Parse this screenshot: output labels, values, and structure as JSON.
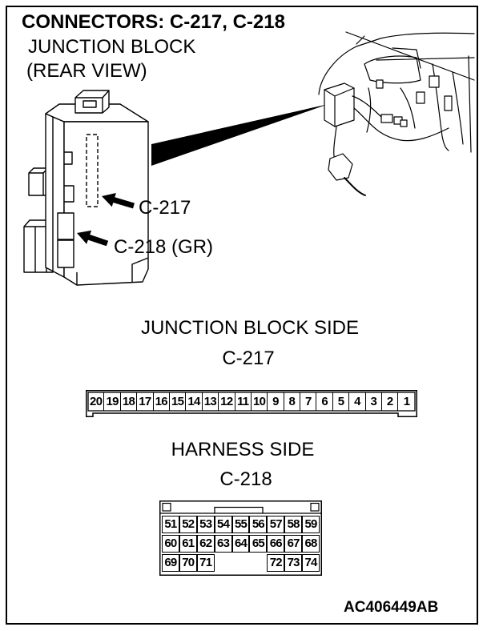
{
  "header": {
    "title": "CONNECTORS: C-217, C-218",
    "subtitle_line1": "JUNCTION BLOCK",
    "subtitle_line2": "(REAR VIEW)"
  },
  "illustration": {
    "c217_callout": "C-217",
    "c218_callout": "C-218 (GR)"
  },
  "junction_block_side": {
    "heading": "JUNCTION BLOCK SIDE",
    "connector": "C-217",
    "pins": [
      "20",
      "19",
      "18",
      "17",
      "16",
      "15",
      "14",
      "13",
      "12",
      "11",
      "10",
      "9",
      "8",
      "7",
      "6",
      "5",
      "4",
      "3",
      "2",
      "1"
    ]
  },
  "harness_side": {
    "heading": "HARNESS SIDE",
    "connector": "C-218",
    "rows": [
      [
        "51",
        "52",
        "53",
        "54",
        "55",
        "56",
        "57",
        "58",
        "59"
      ],
      [
        "60",
        "61",
        "62",
        "63",
        "64",
        "65",
        "66",
        "67",
        "68"
      ],
      [
        "69",
        "70",
        "71",
        null,
        null,
        null,
        "72",
        "73",
        "74"
      ]
    ]
  },
  "footer": {
    "figure_id": "AC406449AB"
  },
  "colors": {
    "ink": "#000000",
    "paper": "#ffffff"
  }
}
